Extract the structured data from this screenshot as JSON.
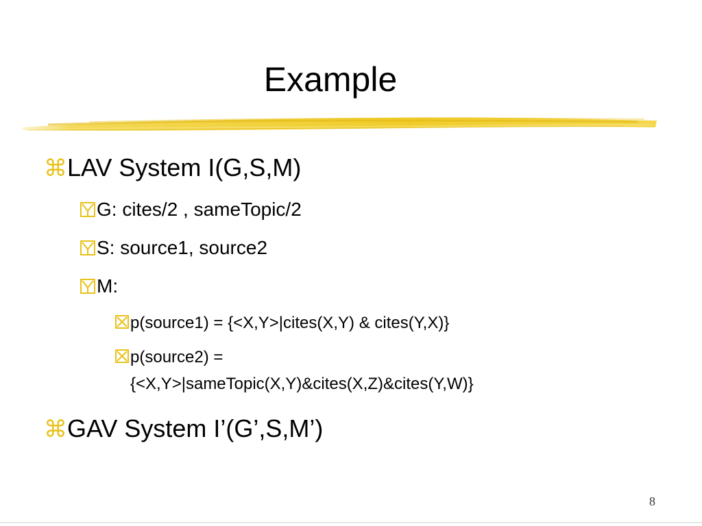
{
  "slide": {
    "title": "Example",
    "items": [
      {
        "level": 1,
        "text": "LAV System I(G,S,M)"
      },
      {
        "level": 2,
        "text": "G: cites/2 , sameTopic/2"
      },
      {
        "level": 2,
        "text": "S: source1, source2"
      },
      {
        "level": 2,
        "text": "M:"
      },
      {
        "level": 3,
        "text": "p(source1) = {<X,Y>|cites(X,Y) & cites(Y,X)}"
      },
      {
        "level": 3,
        "text": "p(source2) =",
        "continuation": "{<X,Y>|sameTopic(X,Y)&cites(X,Z)&cites(Y,W)}"
      },
      {
        "level": 1,
        "text": "GAV System I’(G’,S,M’)"
      }
    ],
    "page_number": "8"
  },
  "bullets": {
    "level1_glyph": "⌘",
    "level1_color": "#e8c21a",
    "level2_icon": "yellow-check-box-icon",
    "level3_icon": "yellow-x-box-icon"
  },
  "colors": {
    "accent": "#f2d23a",
    "text": "#000000"
  }
}
